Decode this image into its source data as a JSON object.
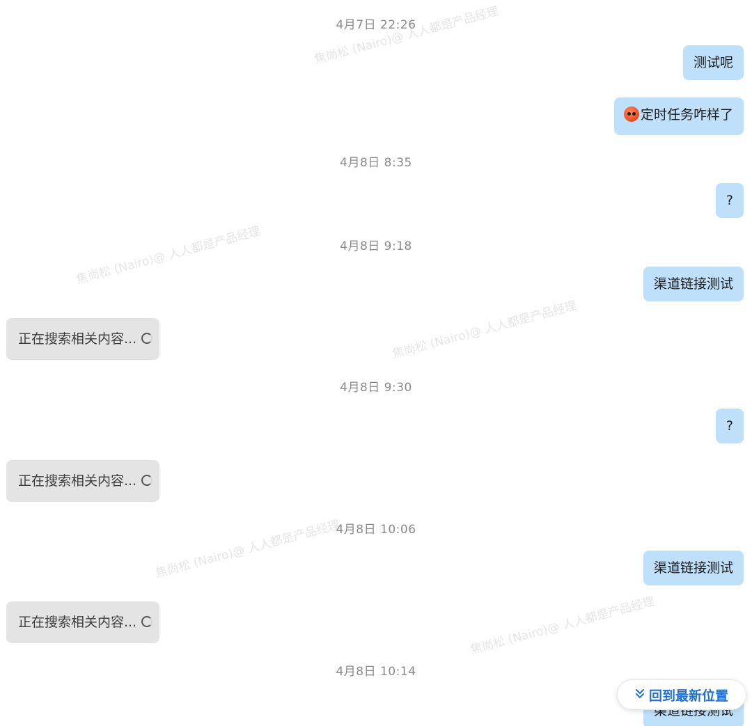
{
  "timestamps": [
    "4月7日 22:26",
    "4月8日 8:35",
    "4月8日 9:18",
    "4月8日 9:30",
    "4月8日 10:06",
    "4月8日 10:14"
  ],
  "messages": {
    "m1": "测试呢",
    "m2": "定时任务咋样了",
    "m3": "?",
    "m4": "渠道链接测试",
    "r1": "正在搜索相关内容...",
    "m5": "?",
    "r2": "正在搜索相关内容...",
    "m6": "渠道链接测试",
    "r3": "正在搜索相关内容...",
    "m7": "渠道链接测试"
  },
  "watermark": "焦尚松 (Nairo)@ 人人都是产品经理",
  "jump_button": {
    "label": "回到最新位置",
    "icon": "double-chevron-down-icon"
  },
  "colors": {
    "outgoing_bubble": "#bfe0fb",
    "incoming_bubble": "#e4e4e4",
    "jump_button_text": "#1f6fd6",
    "timestamp_text": "#8a8a8a"
  },
  "emoji": {
    "name": "angry-face-emoji-icon"
  }
}
